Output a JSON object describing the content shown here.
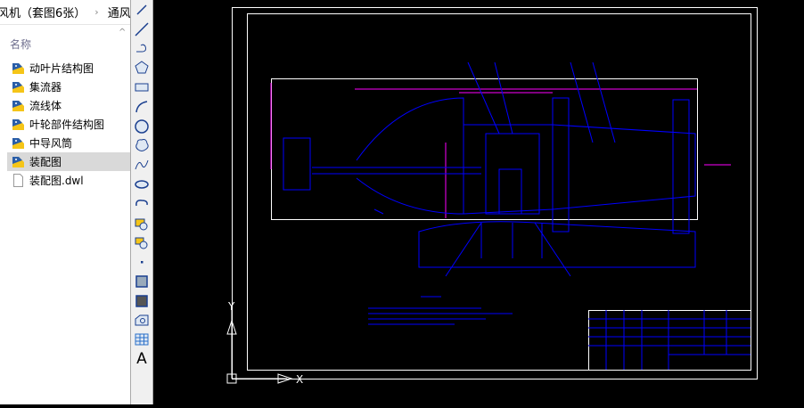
{
  "breadcrumb": {
    "items": [
      "风机（套图6张）",
      "通风机"
    ]
  },
  "explorer": {
    "column_header": "名称",
    "files": [
      {
        "name": "动叶片结构图",
        "type": "dwg"
      },
      {
        "name": "集流器",
        "type": "dwg"
      },
      {
        "name": "流线体",
        "type": "dwg"
      },
      {
        "name": "叶轮部件结构图",
        "type": "dwg"
      },
      {
        "name": "中导风筒",
        "type": "dwg"
      },
      {
        "name": "装配图",
        "type": "dwg",
        "selected": true
      },
      {
        "name": "装配图.dwl",
        "type": "file"
      }
    ]
  },
  "toolbar": {
    "tools": [
      "line",
      "construction-line",
      "polyline",
      "polygon",
      "rectangle",
      "arc",
      "circle",
      "revision-cloud",
      "spline",
      "ellipse",
      "ellipse-arc",
      "insert-block",
      "make-block",
      "point",
      "hatch",
      "gradient",
      "region",
      "table",
      "multiline-text"
    ],
    "text_tool_label": "A"
  },
  "canvas": {
    "ucs_x": "X",
    "ucs_y": "Y",
    "background": "#000000",
    "colors": {
      "frame": "#ffffff",
      "geometry": "#0000ff",
      "dimension": "#ff00ff",
      "outline": "#ffffff"
    }
  }
}
